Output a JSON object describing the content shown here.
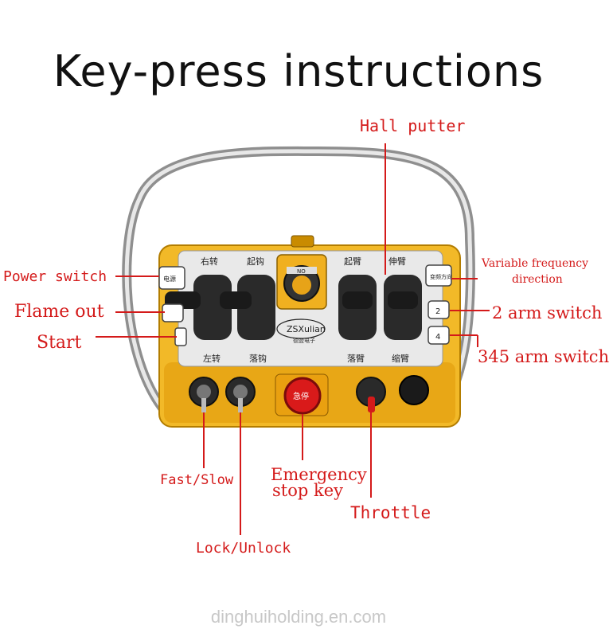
{
  "title": "Key-press instructions",
  "device": {
    "brand": "ZSXulian",
    "brand_sub": "德盟电子",
    "top_labels": [
      "右转",
      "起钩",
      "起臂",
      "伸臂"
    ],
    "bottom_labels": [
      "左转",
      "落钩",
      "落臂",
      "缩臂"
    ],
    "key_power": "电源",
    "key_freq": "变频方向",
    "key_2": "2",
    "key_4": "4",
    "key_no": "NO",
    "estop_text": "急停"
  },
  "labels": {
    "hall_putter": "Hall putter",
    "power_switch": "Power switch",
    "flame_out": "Flame out",
    "start": "Start",
    "variable_freq_1": "Variable frequency",
    "variable_freq_2": "direction",
    "arm2": "2 arm switch",
    "arm345": "345 arm switch",
    "fast_slow": "Fast/Slow",
    "emergency_1": "Emergency",
    "emergency_2": "stop key",
    "throttle": "Throttle",
    "lock_unlock": "Lock/Unlock"
  },
  "watermark": "dinghuiholding.en.com",
  "colors": {
    "accent": "#d41a1a",
    "body": "#f2b928",
    "panel": "#e9e9e9",
    "handle": "#b8b8b8"
  }
}
